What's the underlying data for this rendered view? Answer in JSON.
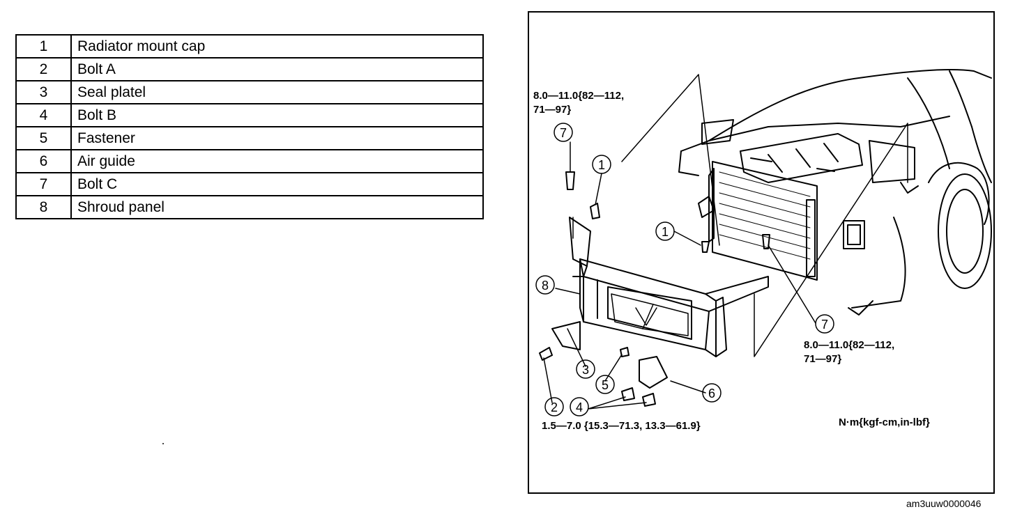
{
  "parts_table": {
    "rows": [
      {
        "num": "1",
        "name": "Radiator mount cap"
      },
      {
        "num": "2",
        "name": "Bolt A"
      },
      {
        "num": "3",
        "name": "Seal platel"
      },
      {
        "num": "4",
        "name": "Bolt B"
      },
      {
        "num": "5",
        "name": "Fastener"
      },
      {
        "num": "6",
        "name": "Air guide"
      },
      {
        "num": "7",
        "name": "Bolt C"
      },
      {
        "num": "8",
        "name": "Shroud panel"
      }
    ]
  },
  "diagram": {
    "torque_top": [
      "8.0—11.0{82—112,",
      "71—97}"
    ],
    "torque_right": [
      "8.0—11.0{82—112,",
      "71—97}"
    ],
    "torque_bottom": "1.5—7.0 {15.3—71.3, 13.3—61.9}",
    "units": "N·m{kgf-cm,in-lbf}",
    "callouts": [
      "7",
      "1",
      "1",
      "8",
      "7",
      "3",
      "5",
      "6",
      "2",
      "4"
    ],
    "image_code": "am3uuw0000046"
  }
}
